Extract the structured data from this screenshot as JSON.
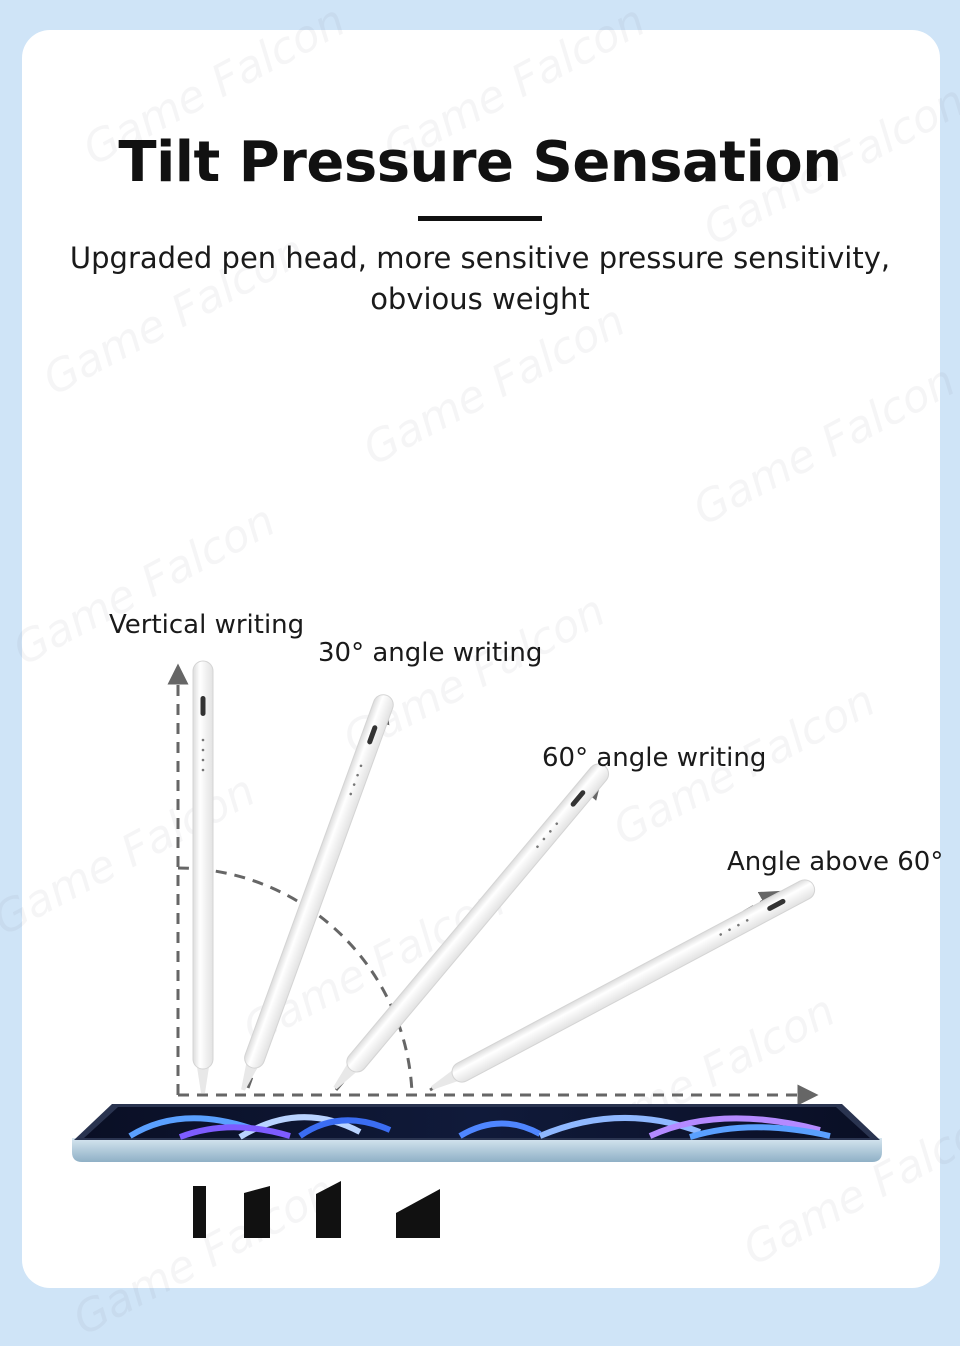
{
  "header": {
    "title": "Tilt Pressure Sensation",
    "subtitle_line1": "Upgraded pen head, more sensitive pressure sensitivity,",
    "subtitle_line2": "obvious weight"
  },
  "angles": {
    "vertical": "Vertical writing",
    "deg30": "30° angle writing",
    "deg60": "60° angle writing",
    "above60": "Angle above 60°"
  },
  "watermark": "Game Falcon",
  "colors": {
    "background": "#cfe4f7",
    "card": "#ffffff",
    "dash": "#666666",
    "pen": "#f1f1f1",
    "tablet_frame": "#9fc0d6"
  }
}
